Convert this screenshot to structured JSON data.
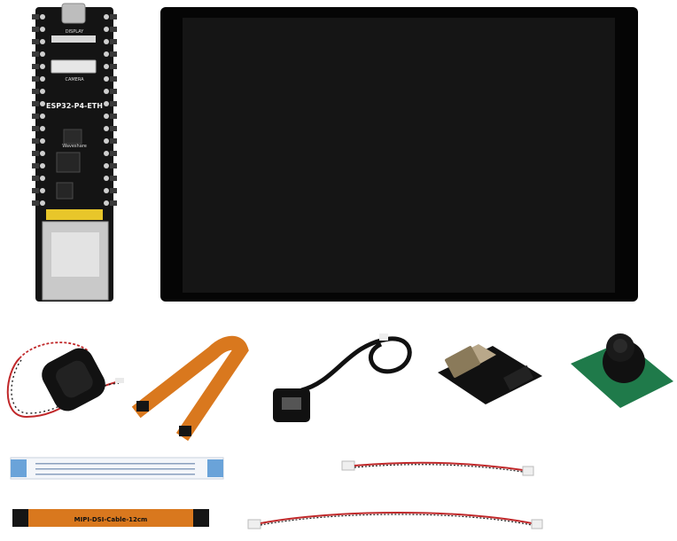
{
  "board": {
    "label_display": "DISPLAY",
    "label_camera": "CAMERA",
    "label_model": "ESP32-P4-ETH",
    "label_brand": "Waveshare"
  },
  "ffc_cable": {
    "label": "MIPI-DSI-Cable-12cm"
  },
  "colors": {
    "board": "#1a1a1a",
    "screen": "#151515",
    "flex_orange": "#d9781e",
    "pcb_green": "#1f7a4a",
    "wire_red": "#c0282a"
  }
}
